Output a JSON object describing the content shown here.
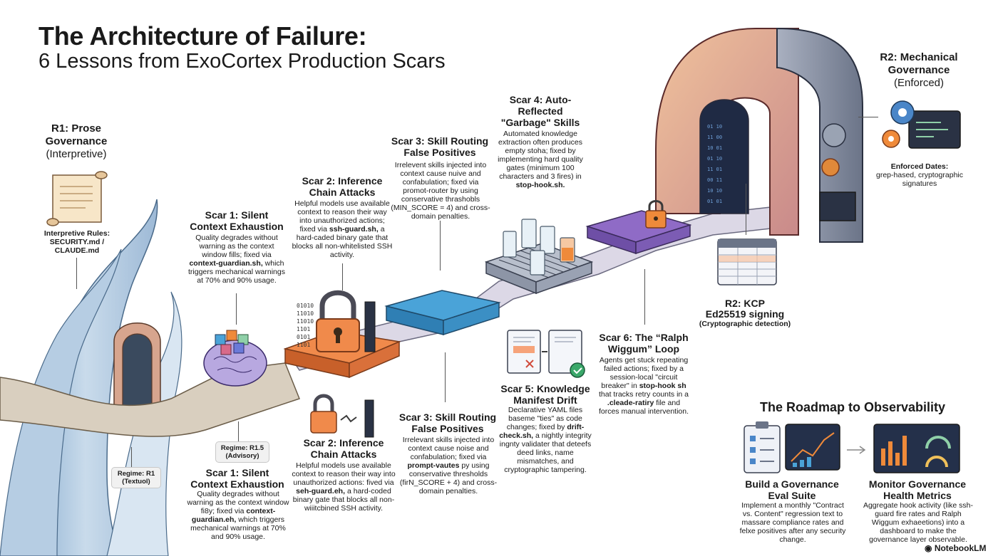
{
  "header": {
    "title": "The Architecture of Failure:",
    "subtitle": "6 Lessons from ExoCortex Production Scars"
  },
  "r1": {
    "title": "R1: Prose Governance",
    "qualifier": "(Interpretive)",
    "rules_label": "Interpretive Rules:",
    "rules_files": "SECURITY.md / CLAUDE.md"
  },
  "r2": {
    "title": "R2: Mechanical Governance",
    "qualifier": "(Enforced)",
    "dates_label": "Enforced Dates:",
    "dates_text": "grep-hased, cryptographic signatures"
  },
  "kcp": {
    "title": "R2: KCP",
    "subtitle": "Ed25519 signing",
    "note": "(Cryptographic detection)"
  },
  "regimes": {
    "r1": "Regime: R1",
    "r1_sub": "(Textuol)",
    "r15": "Regime: R1.5",
    "r15_sub": "(Advisory)"
  },
  "scars": {
    "s1_top": {
      "title": "Scar 1: Silent Context Exhaustion",
      "body": "Quality degrades without warning as the context window fills; fixed via",
      "bold": "context-guardian.sh,",
      "tail": "which triggers mechanical warnings at 70% and 90% usage."
    },
    "s1_bottom": {
      "title": "Scar 1: Silent Context Exhaustion",
      "body": "Quality degrades without warning as the context window fi8y; fixed via",
      "bold": "context-guardian.eh,",
      "tail": "which triggers mechanical warnings at 70% and 90% usage."
    },
    "s2_top": {
      "title": "Scar 2: Inference Chain Attacks",
      "body": "Helpful models use available context to reason their way into unauthorized actions; fixed via",
      "bold": "ssh-guard.sh,",
      "tail": "a hard-caded binary gate that blocks all non-whitelisted SSH activity."
    },
    "s2_bottom": {
      "title": "Scar 2: Inference Chain Attacks",
      "body": "Helpful models use available context to reason their way into unauthorized actions: fived via",
      "bold": "seh-guard.eh,",
      "tail": "a hard-coded binary gate that blocks all non-wiiitcbined SSH activity."
    },
    "s3_top": {
      "title": "Scar 3: Skill Routing False Positives",
      "body": "Irrelevent skills injected into context cause nuive and confabulation; fixed via promot-router by using conservative thrashobls (MIN_SCORE = 4) and cross-domain penalties."
    },
    "s3_bottom": {
      "title": "Scar 3: Skill Routing False Positives",
      "body": "Irrelevant skills injected into context cause noise and confabulation; fixed via",
      "bold": "prompt-vautes",
      "tail": "py using conservative thresholds (firN_SCORE + 4) and cross-domain penalties."
    },
    "s4": {
      "title": "Scar 4: Auto-Reflected \"Garbage\" Skills",
      "body": "Automated knowledge extraction often produces empty stoha; fixed by implementing hard quality gates (minimum 100 characters and 3 fires) in",
      "bold": "stop-hook.sh."
    },
    "s5": {
      "title": "Scar 5: Knowledge Manifest Drift",
      "body": "Declarative YAML files baseme \"ties\" as code changes; fixed by",
      "bold": "drift-check.sh,",
      "tail": "a nightly integrity ingnty validater that deteefs deed links, name mismatches, and cryptographic tampering."
    },
    "s6": {
      "title": "Scar 6: The “Ralph Wiggum” Loop",
      "body": "Agents get stuck repeating failed actions; fixed by a session-local \"circuit breaker\" in",
      "bold": "stop-hook sh",
      "mid": "that tracks retry counts in a",
      "bold2": ".cleade-ratiry",
      "tail": "file and forces manual intervention."
    }
  },
  "roadmap": {
    "title": "The Roadmap to Observability",
    "items": [
      {
        "title": "Build a Governance Eval Suite",
        "body": "Implement a monthly \"Contract vs. Content\" regression text to massare compliance rates and felxe positives after any security change."
      },
      {
        "title": "Monitor Governance Health Metrics",
        "body": "Aggregate hook activity (like ssh-guard fire rates and Ralph Wiggum exhaeetions) into a dashboard to make the governance layer observable."
      }
    ]
  },
  "binary": [
    "01010",
    "11010",
    "11010",
    "1101",
    "0101",
    "1101"
  ],
  "brand": "NotebookLM",
  "colors": {
    "river": "#a9c2dc",
    "road": "#d6cdbe",
    "orange_tile": "#f08a4b",
    "blue_tile": "#4aa3d8",
    "purple_tile": "#8f6bc6",
    "arch_stone": "#e6a57a",
    "arch_metal": "#8a93a6"
  }
}
